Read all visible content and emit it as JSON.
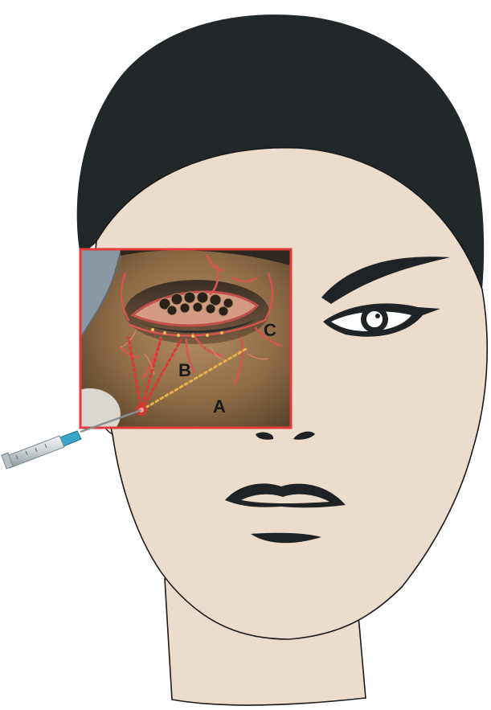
{
  "figure": {
    "inset_frame_color": "#e23b3b",
    "hair_color": "#22272a",
    "skin_color": "#ecdccb",
    "vessel_color": "#d9534f",
    "needle_path_color": "#e8b04a",
    "syringe_hub_color": "#3aa7c8",
    "labels": {
      "a": "A",
      "b": "B",
      "c": "C"
    }
  }
}
